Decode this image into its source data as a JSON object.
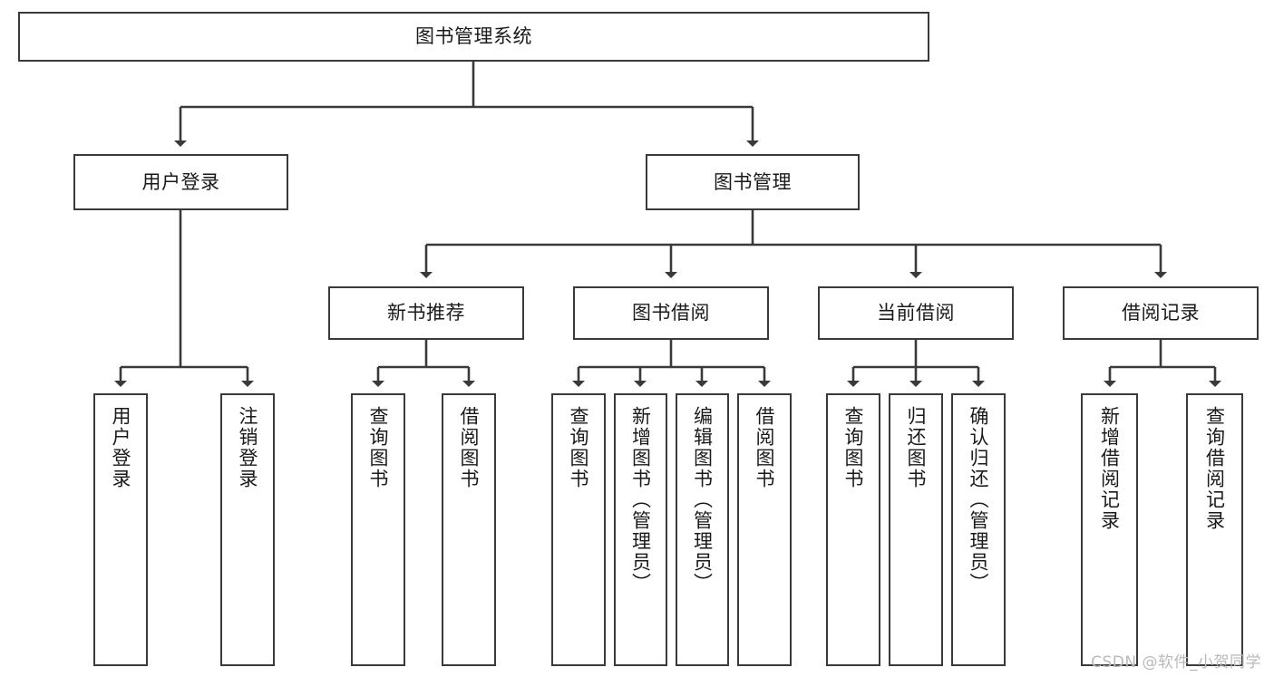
{
  "diagram": {
    "title": "图书管理系统",
    "watermark": "CSDN @软件_小贺同学",
    "line_color": "#3a3a3a",
    "box_fill": "#ffffff",
    "text_color": "#1a1a1a",
    "watermark_color": "#b9b9b9"
  },
  "nodes": {
    "root": {
      "label": "图书管理系统"
    },
    "level2": [
      {
        "id": "user-login",
        "label": "用户登录"
      },
      {
        "id": "book-manage",
        "label": "图书管理"
      }
    ],
    "level3": [
      {
        "id": "new-book-recommend",
        "label": "新书推荐"
      },
      {
        "id": "book-borrow",
        "label": "图书借阅"
      },
      {
        "id": "current-borrow",
        "label": "当前借阅"
      },
      {
        "id": "borrow-record",
        "label": "借阅记录"
      }
    ],
    "leaves": {
      "user_login": [
        {
          "id": "leaf-user-login",
          "label": "用户登录"
        },
        {
          "id": "leaf-logout-login",
          "label": "注销登录"
        }
      ],
      "new_book_recommend": [
        {
          "id": "leaf-query-book-1",
          "label": "查询图书"
        },
        {
          "id": "leaf-borrow-book-1",
          "label": "借阅图书"
        }
      ],
      "book_borrow": [
        {
          "id": "leaf-query-book-2",
          "label": "查询图书"
        },
        {
          "id": "leaf-add-book",
          "label": "新增图书（管理员）"
        },
        {
          "id": "leaf-edit-book",
          "label": "编辑图书（管理员）"
        },
        {
          "id": "leaf-borrow-book-2",
          "label": "借阅图书"
        }
      ],
      "current_borrow": [
        {
          "id": "leaf-query-book-3",
          "label": "查询图书"
        },
        {
          "id": "leaf-return-book",
          "label": "归还图书"
        },
        {
          "id": "leaf-confirm-return",
          "label": "确认归还（管理员）"
        }
      ],
      "borrow_record": [
        {
          "id": "leaf-add-record",
          "label": "新增借阅记录"
        },
        {
          "id": "leaf-query-record",
          "label": "查询借阅记录"
        }
      ]
    }
  }
}
